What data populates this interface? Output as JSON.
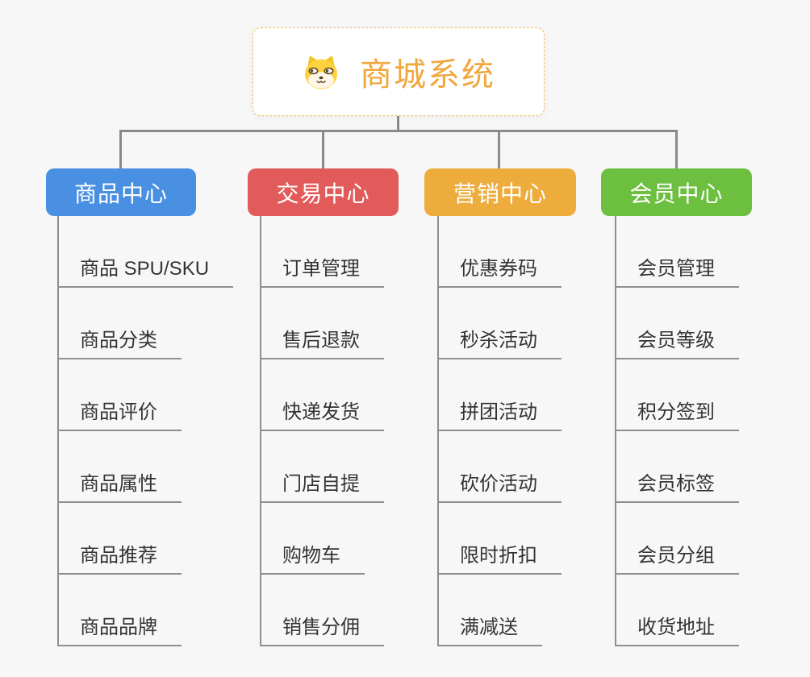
{
  "root": {
    "title": "商城系统",
    "icon": "shiba-dog-icon",
    "title_color": "#F0A73B",
    "border_color": "#F2BD62"
  },
  "palette": {
    "background": "#F7F7F8",
    "connector_gray": "#8A8A8A",
    "underline_gray": "#8F8F8F",
    "item_text": "#333333"
  },
  "branches": [
    {
      "label": "商品中心",
      "color": "#4A90E2",
      "items": [
        "商品 SPU/SKU",
        "商品分类",
        "商品评价",
        "商品属性",
        "商品推荐",
        "商品品牌"
      ]
    },
    {
      "label": "交易中心",
      "color": "#E25B5B",
      "items": [
        "订单管理",
        "售后退款",
        "快递发货",
        "门店自提",
        "购物车",
        "销售分佣"
      ]
    },
    {
      "label": "营销中心",
      "color": "#EDAC3C",
      "items": [
        "优惠券码",
        "秒杀活动",
        "拼团活动",
        "砍价活动",
        "限时折扣",
        "满减送"
      ]
    },
    {
      "label": "会员中心",
      "color": "#6DBF40",
      "items": [
        "会员管理",
        "会员等级",
        "积分签到",
        "会员标签",
        "会员分组",
        "收货地址"
      ]
    }
  ]
}
